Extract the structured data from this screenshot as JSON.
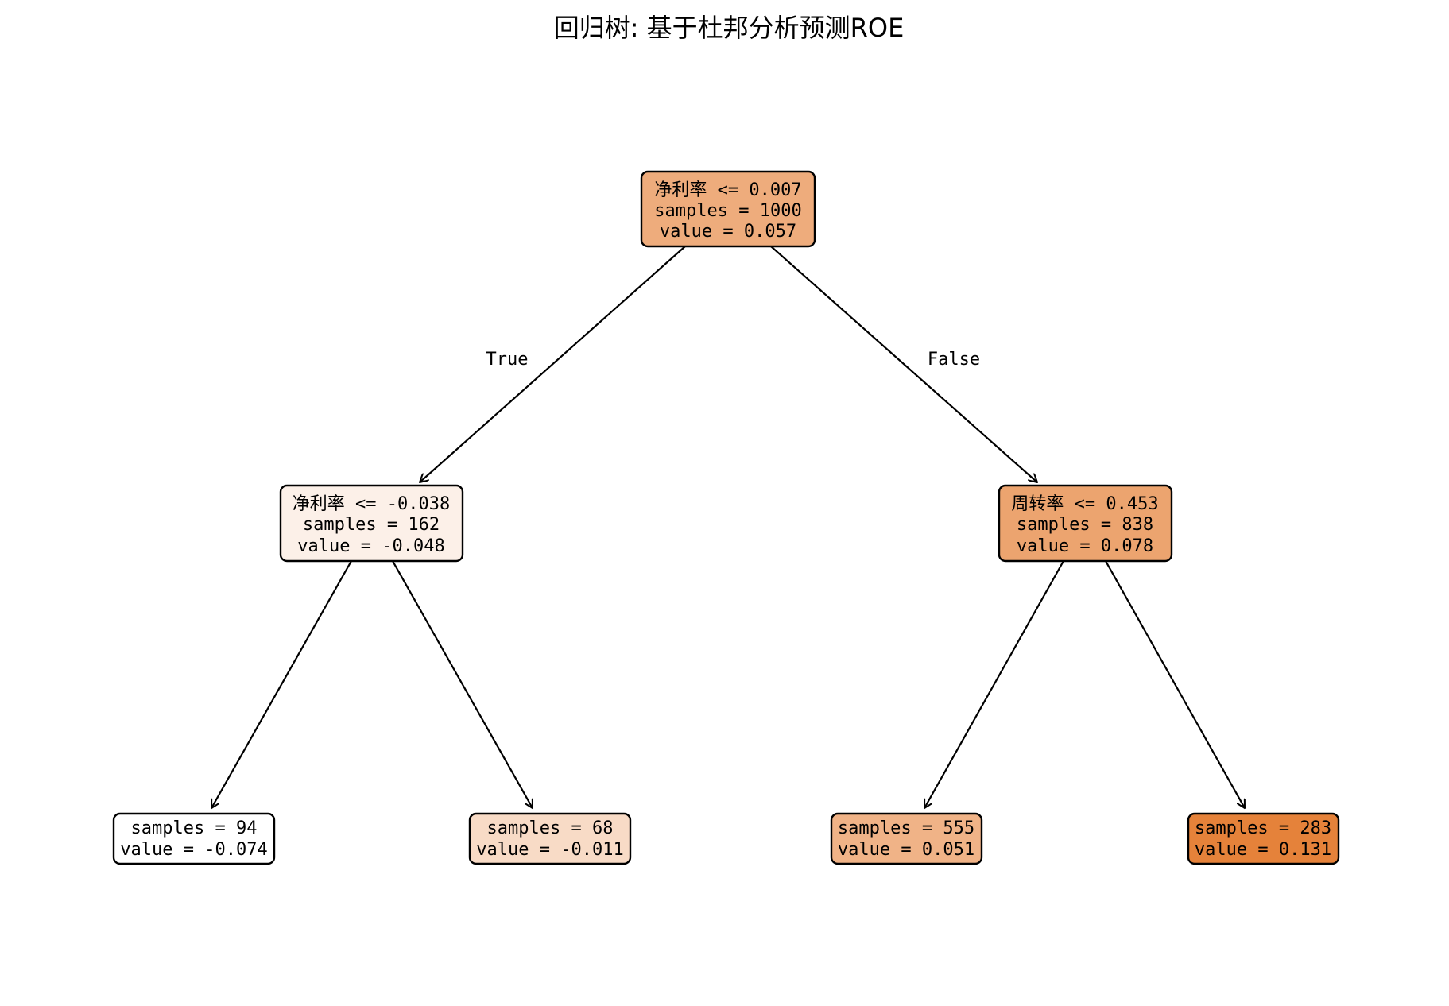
{
  "title": "回归树: 基于杜邦分析预测ROE",
  "edge_labels": {
    "true": "True",
    "false": "False"
  },
  "nodes": {
    "root": {
      "lines": [
        "净利率 <= 0.007",
        "samples = 1000",
        "value = 0.057"
      ],
      "color": "#eeac7c"
    },
    "left": {
      "lines": [
        "净利率 <= -0.038",
        "samples = 162",
        "value = -0.048"
      ],
      "color": "#fcf0e8"
    },
    "right": {
      "lines": [
        "周转率 <= 0.453",
        "samples = 838",
        "value = 0.078"
      ],
      "color": "#eca46f"
    },
    "leaf1": {
      "lines": [
        "samples = 94",
        "value = -0.074"
      ],
      "color": "#ffffff"
    },
    "leaf2": {
      "lines": [
        "samples = 68",
        "value = -0.011"
      ],
      "color": "#f8dbc6"
    },
    "leaf3": {
      "lines": [
        "samples = 555",
        "value = 0.051"
      ],
      "color": "#f0b387"
    },
    "leaf4": {
      "lines": [
        "samples = 283",
        "value = 0.131"
      ],
      "color": "#e5823a"
    }
  }
}
